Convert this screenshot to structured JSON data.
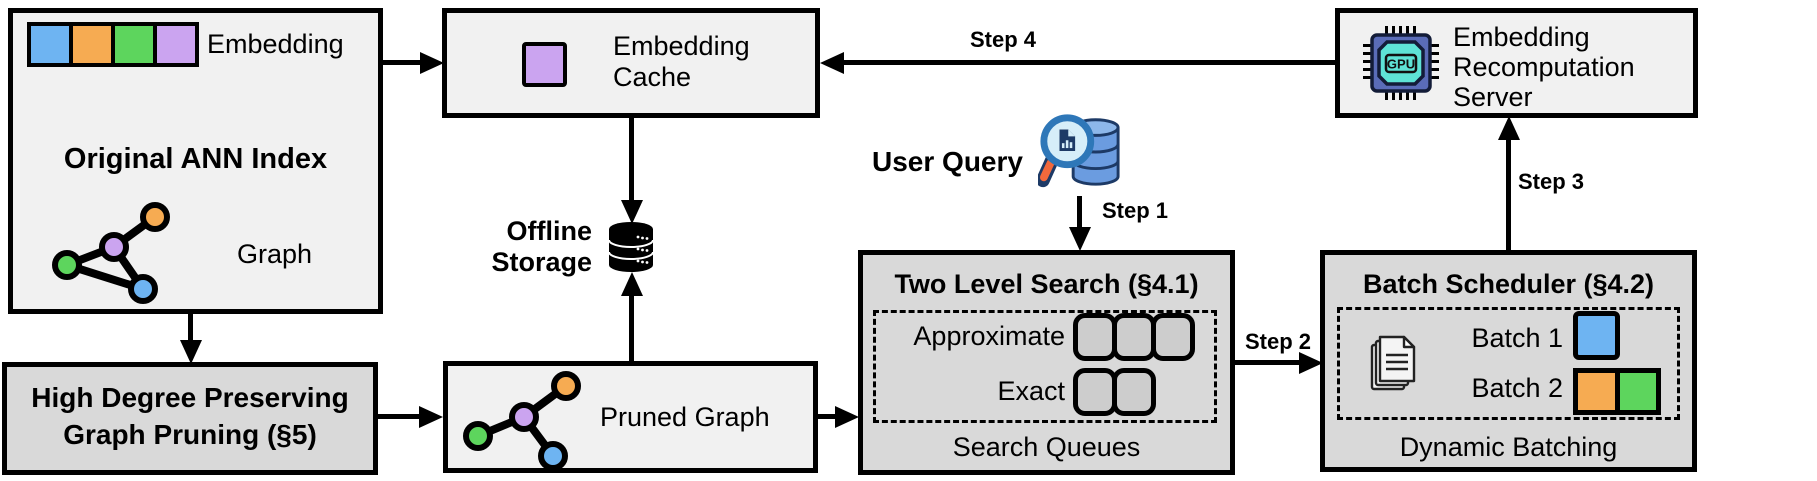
{
  "diagram": {
    "boxes": {
      "original_ann_index": {
        "title": "Original ANN Index",
        "embedding_label": "Embedding",
        "graph_label": "Graph"
      },
      "embedding_cache": {
        "line1": "Embedding",
        "line2": "Cache"
      },
      "offline_storage": {
        "line1": "Offline",
        "line2": "Storage"
      },
      "high_degree_pruning": {
        "line1": "High Degree Preserving",
        "line2": "Graph Pruning (§5)"
      },
      "pruned_graph": {
        "label": "Pruned Graph"
      },
      "user_query": {
        "label": "User Query"
      },
      "two_level_search": {
        "title": "Two Level Search (§4.1)",
        "approximate_label": "Approximate",
        "exact_label": "Exact",
        "footer": "Search Queues",
        "approximate_slot_count": 3,
        "exact_slot_count": 2
      },
      "batch_scheduler": {
        "title": "Batch Scheduler (§4.2)",
        "batch1_label": "Batch 1",
        "batch2_label": "Batch 2",
        "footer": "Dynamic Batching"
      },
      "recomputation_server": {
        "line1": "Embedding",
        "line2": "Recomputation",
        "line3": "Server"
      }
    },
    "steps": {
      "step1": "Step 1",
      "step2": "Step 2",
      "step3": "Step 3",
      "step4": "Step 4"
    },
    "icons": {
      "gpu_chip_label": "GPU",
      "embedding_vector_icon": "four-color-vector",
      "cached_embedding_icon": "purple-square",
      "ann_graph_icon": "node-graph",
      "pruned_graph_icon": "node-graph-pruned",
      "offline_storage_icon": "database-cylinder",
      "user_query_icon": "magnifier-over-database",
      "gpu_icon": "gpu-chip",
      "batch_docs_icon": "document-stack"
    },
    "colors": {
      "blue": "#6eb4f2",
      "orange": "#f6ab52",
      "green": "#5dd55d",
      "purple": "#cba4f0",
      "box_light": "#f1f1f1",
      "box_dark": "#d9d9d9",
      "slot_fill": "#cdcdcd",
      "arrow": "#000000"
    }
  }
}
